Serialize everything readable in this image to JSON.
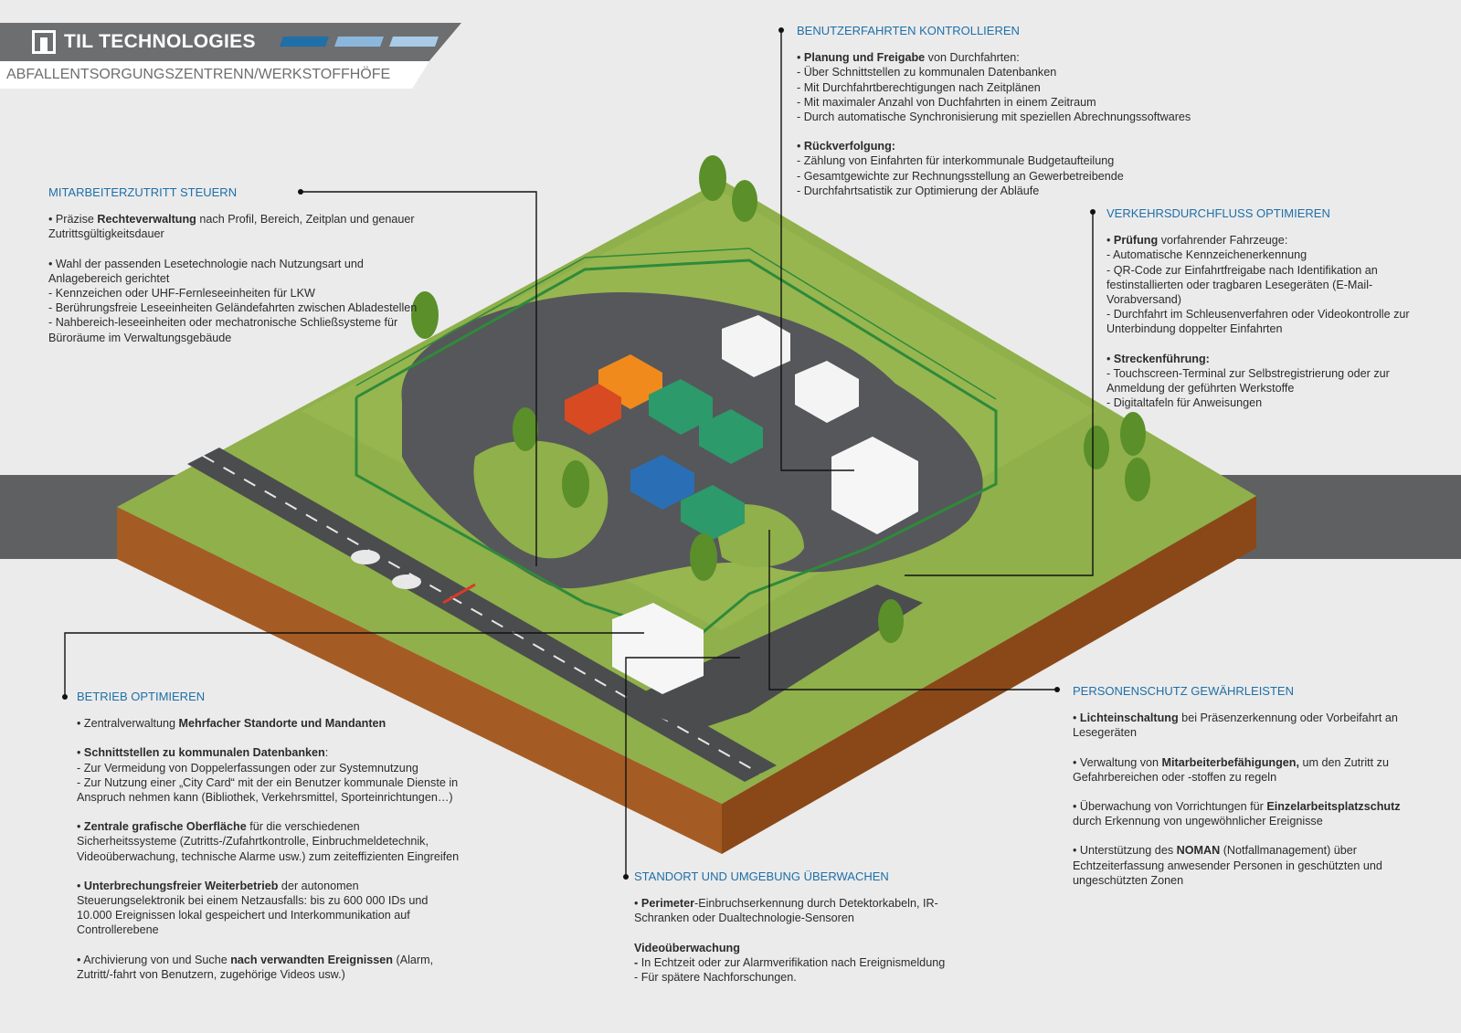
{
  "header": {
    "brand": "TIL TECHNOLOGIES",
    "subtitle": "ABFALLENTSORGUNGSZENTRENN/WERKSTOFFHÖFE",
    "logo_icon": "til-logo-icon",
    "colors": {
      "bar": "#6d6e70",
      "stripe_dark": "#1f6fa8",
      "stripe_light": "#8cb7dc",
      "title_blue": "#1f6fa8"
    }
  },
  "sections": {
    "mitarbeiter": {
      "title": "MITARBEITERZUTRITT STEUERN",
      "p1_bullet": "• Präzise ",
      "p1_bold": "Rechteverwaltung",
      "p1_rest": " nach Profil, Bereich, Zeitplan und genauer Zutrittsgültigkeitsdauer",
      "p2_l1": "• Wahl der passenden Lesetechnologie nach Nutzungsart und Anlagebereich gerichtet",
      "p2_l2": "- Kennzeichen oder UHF-Fernleseeinheiten für LKW",
      "p2_l3": "- Berührungsfreie Leseeinheiten Geländefahrten zwischen Abladestellen",
      "p2_l4": "- Nahbereich-leseeinheiten oder mechatronische Schließsysteme für Büroräume im Verwaltungsgebäude"
    },
    "benutzer": {
      "title": "BENUTZERFAHRTEN KONTROLLIEREN",
      "p1_bullet": "• ",
      "p1_bold": "Planung und Freigabe",
      "p1_rest": " von Durchfahrten:",
      "p1_l1": "- Über Schnittstellen zu kommunalen Datenbanken",
      "p1_l2": "- Mit Durchfahrtberechtigungen nach Zeitplänen",
      "p1_l3": "- Mit maximaler Anzahl von Duchfahrten in einem Zeitraum",
      "p1_l4": "- Durch automatische Synchronisierung mit speziellen Abrechnungssoftwares",
      "p2_bullet": "• ",
      "p2_bold": "Rückverfolgung:",
      "p2_l1": "- Zählung von Einfahrten für interkommunale Budgetaufteilung",
      "p2_l2": "- Gesamtgewichte zur Rechnungsstellung an Gewerbetreibende",
      "p2_l3": "- Durchfahrtsatistik zur Optimierung der Abläufe"
    },
    "verkehr": {
      "title": "VERKEHRSDURCHFLUSS OPTIMIEREN",
      "p1_bullet": "• ",
      "p1_bold": "Prüfung",
      "p1_rest": " vorfahrender Fahrzeuge:",
      "p1_l1": "- Automatische Kennzeichenerkennung",
      "p1_l2": "- QR-Code zur Einfahrtfreigabe nach Identifikation an festinstallierten oder tragbaren Lesegeräten (E-Mail-Vorabversand)",
      "p1_l3": "- Durchfahrt im Schleusenverfahren oder Videokontrolle zur Unterbindung doppelter Einfahrten",
      "p2_bullet": "• ",
      "p2_bold": "Streckenführung:",
      "p2_l1": "- Touchscreen-Terminal zur Selbstregistrierung oder zur Anmeldung der geführten Werkstoffe",
      "p2_l2": "- Digitaltafeln für Anweisungen"
    },
    "betrieb": {
      "title": "BETRIEB OPTIMIEREN",
      "p1_bullet": "• Zentralverwaltung ",
      "p1_bold": "Mehrfacher Standorte und Mandanten",
      "p2_bullet": "• ",
      "p2_bold": "Schnittstellen zu kommunalen Datenbanken",
      "p2_rest": ":",
      "p2_l1": "- Zur Vermeidung von Doppelerfassungen oder zur Systemnutzung",
      "p2_l2": "- Zur Nutzung einer „City Card“ mit der ein Benutzer kommunale Dienste in Anspruch nehmen kann (Bibliothek, Verkehrsmittel, Sporteinrichtungen…)",
      "p3_bullet": "• ",
      "p3_bold": "Zentrale grafische Oberfläche",
      "p3_rest": " für die verschiedenen Sicherheitssysteme (Zutritts-/Zufahrtkontrolle, Einbruchmeldetechnik, Videoüberwachung, technische Alarme usw.) zum zeiteffizienten Eingreifen",
      "p4_bullet": "• ",
      "p4_bold": "Unterbrechungsfreier Weiterbetrieb",
      "p4_rest": " der autonomen Steuerungselektronik bei einem Netzausfalls: bis zu 600 000 IDs und 10.000 Ereignissen lokal gespeichert und Interkommunikation auf Controllerebene",
      "p5_bullet": "• Archivierung von und Suche ",
      "p5_bold": "nach verwandten Ereignissen",
      "p5_rest": " (Alarm, Zutritt/-fahrt von Benutzern, zugehörige Videos usw.)"
    },
    "standort": {
      "title": "STANDORT UND UMGEBUNG ÜBERWACHEN",
      "p1_bullet": "• ",
      "p1_bold": "Perimeter",
      "p1_rest": "-Einbruchserkennung durch Detektorkabeln, IR-Schranken oder Dualtechnologie-Sensoren",
      "p2_bold": "Videoüberwachung",
      "p2_l1_bold": "-",
      "p2_l1": " In Echtzeit oder zur Alarmverifikation nach Ereignismeldung",
      "p2_l2": "- Für spätere Nachforschungen."
    },
    "personen": {
      "title": "PERSONENSCHUTZ GEWÄHRLEISTEN",
      "p1_bullet": "• ",
      "p1_bold": "Lichteinschaltung",
      "p1_rest": " bei Präsenzerkennung oder Vorbeifahrt an Lesegeräten",
      "p2_bullet": "• Verwaltung von ",
      "p2_bold": "Mitarbeiterbefähigungen,",
      "p2_rest": " um den Zutritt zu Gefahrbereichen oder -stoffen zu regeln",
      "p3_bullet": "• Überwachung von Vorrichtungen für ",
      "p3_bold": "Einzelarbeitsplatzschutz",
      "p3_rest": " durch  Erkennung von ungewöhnlicher Ereignisse",
      "p4_bullet": "• Unterstützung des ",
      "p4_bold": "NOMAN",
      "p4_rest": " (Notfallmanagement) über Echtzeiterfassung anwesender Personen in geschützten und ungeschützten Zonen"
    }
  }
}
